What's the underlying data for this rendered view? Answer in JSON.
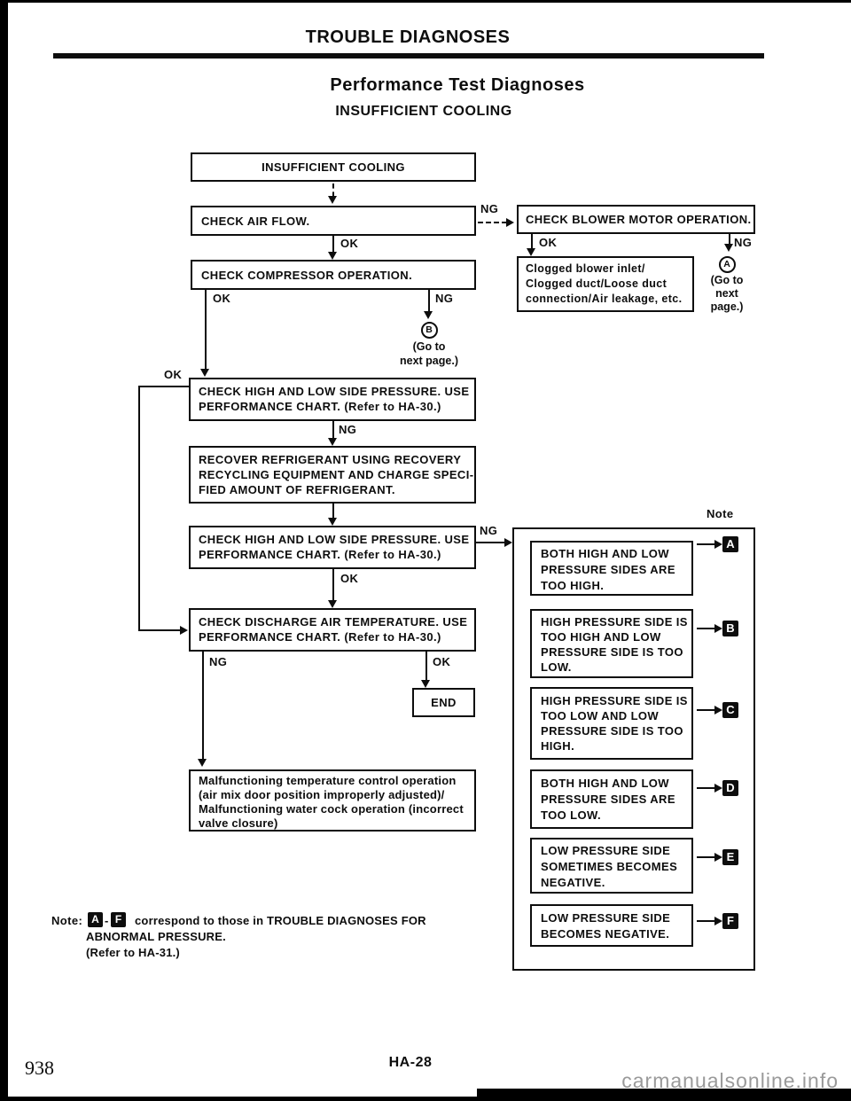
{
  "header": {
    "title": "TROUBLE DIAGNOSES",
    "subtitle": "Performance Test Diagnoses",
    "section": "INSUFFICIENT COOLING"
  },
  "labels": {
    "ok": "OK",
    "ng": "NG"
  },
  "flow": {
    "start": {
      "text": "INSUFFICIENT COOLING"
    },
    "air": {
      "text": "CHECK AIR FLOW."
    },
    "blower": {
      "text": "CHECK BLOWER MOTOR OPERATION."
    },
    "compressor": {
      "text": "CHECK COMPRESSOR OPERATION."
    },
    "clogged": {
      "lines": [
        "Clogged blower inlet/",
        "Clogged duct/Loose duct",
        "connection/Air leakage, etc."
      ]
    },
    "pressure1": {
      "lines": [
        "CHECK HIGH AND LOW SIDE PRESSURE. USE",
        "PERFORMANCE CHART. (Refer to HA-30.)"
      ]
    },
    "recover": {
      "lines": [
        "RECOVER REFRIGERANT USING RECOVERY",
        "RECYCLING EQUIPMENT AND CHARGE SPECI-",
        "FIED AMOUNT OF REFRIGERANT."
      ]
    },
    "pressure2": {
      "lines": [
        "CHECK HIGH AND LOW SIDE PRESSURE. USE",
        "PERFORMANCE CHART. (Refer to HA-30.)"
      ]
    },
    "discharge": {
      "lines": [
        "CHECK DISCHARGE AIR TEMPERATURE. USE",
        "PERFORMANCE CHART. (Refer to HA-30.)"
      ]
    },
    "end": {
      "text": "END"
    },
    "malfunction": {
      "lines": [
        "Malfunctioning temperature control operation",
        "(air mix door position improperly adjusted)/",
        "Malfunctioning water cock operation (incorrect",
        "valve closure)"
      ]
    },
    "goto_a": {
      "badge": "A",
      "lines": [
        "(Go to",
        "next",
        "page.)"
      ]
    },
    "goto_b": {
      "badge": "B",
      "lines": [
        "(Go to",
        "next page.)"
      ]
    }
  },
  "note_panel": {
    "label": "Note",
    "items": [
      {
        "tag": "A",
        "lines": [
          "BOTH HIGH AND LOW",
          "PRESSURE SIDES ARE",
          "TOO HIGH."
        ]
      },
      {
        "tag": "B",
        "lines": [
          "HIGH PRESSURE SIDE IS",
          "TOO HIGH AND LOW",
          "PRESSURE SIDE IS TOO",
          "LOW."
        ]
      },
      {
        "tag": "C",
        "lines": [
          "HIGH PRESSURE SIDE IS",
          "TOO LOW AND LOW",
          "PRESSURE SIDE IS TOO",
          "HIGH."
        ]
      },
      {
        "tag": "D",
        "lines": [
          "BOTH HIGH AND LOW",
          "PRESSURE SIDES ARE",
          "TOO LOW."
        ]
      },
      {
        "tag": "E",
        "lines": [
          "LOW PRESSURE SIDE",
          "SOMETIMES BECOMES",
          "NEGATIVE."
        ]
      },
      {
        "tag": "F",
        "lines": [
          "LOW PRESSURE SIDE",
          "BECOMES NEGATIVE."
        ]
      }
    ]
  },
  "footnote": {
    "label": "Note:",
    "from_tag": "A",
    "dash": "-",
    "to_tag": "F",
    "line1": "correspond to those in TROUBLE DIAGNOSES FOR",
    "line2": "ABNORMAL PRESSURE.",
    "line3": "(Refer to HA-31.)"
  },
  "footer": {
    "page_number": "938",
    "page_code": "HA-28",
    "watermark": "carmanualsonline.info"
  }
}
